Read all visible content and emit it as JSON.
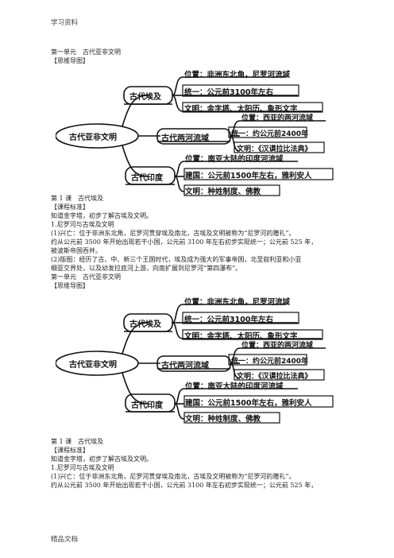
{
  "header": "学习资料",
  "footer": "精品文档",
  "mindmap": {
    "center": "古代亚非文明",
    "branches": [
      {
        "name": "古代埃及",
        "items": [
          "位置：非洲东北角，尼罗河流域",
          "统一：公元前3100年左右",
          "文明：金字塔、太阳历、象形文字"
        ]
      },
      {
        "name": "古代两河流域",
        "items": [
          "位置：西亚的两河流域",
          "统一：约公元前2400年",
          "文明：《汉谟拉比法典》"
        ]
      },
      {
        "name": "古代印度",
        "items": [
          "位置：南亚大陆的印度河流域",
          "建国：公元前1500年左右，雅利安人",
          "文明：种姓制度、佛教"
        ]
      }
    ]
  },
  "section1": {
    "unit": "第一单元　古代亚非文明",
    "mindmap_label": "【思维导图】",
    "lesson": "第 1 课　古代埃及",
    "standard_label": "【课程标准】",
    "standard": "知道金字塔，初步了解古埃及文明。",
    "point1": "1.尼罗河与古埃及文明",
    "para1_l1": "(1)兴亡：位于非洲东北角，尼罗河贯穿埃及南北，古埃及文明被称为“尼罗河的赠礼”。",
    "para1_l2": "约从公元前 3500 年开始出现若干小国，公元前 3100 年左右初步实现统一；公元前 525 年，",
    "para1_l3": "被波斯帝国吞并。",
    "para2_l1": "(2)版图：经历了古、中、新三个王国时代，埃及成为强大的军事帝国，北至叙利亚和小亚",
    "para2_l2": "细亚交界处，以及幼发拉底河上游，向南扩展到尼罗河“第四瀑布”。"
  },
  "section2": {
    "unit": "第一单元　古代亚非文明",
    "mindmap_label": "【思维导图】",
    "lesson": "第 1 课　古代埃及",
    "standard_label": "【课程标准】",
    "standard": "知道金字塔，初步了解古埃及文明。",
    "point1": "1.尼罗河与古埃及文明",
    "para1_l1": "(1)兴亡：位于非洲东北角，尼罗河贯穿埃及南北，古埃及文明被称为“尼罗河的赠礼”。",
    "para1_l2": "约从公元前 3500 年开始出现若干小国，公元前 3100 年左右初步实现统一；公元前 525 年，"
  }
}
